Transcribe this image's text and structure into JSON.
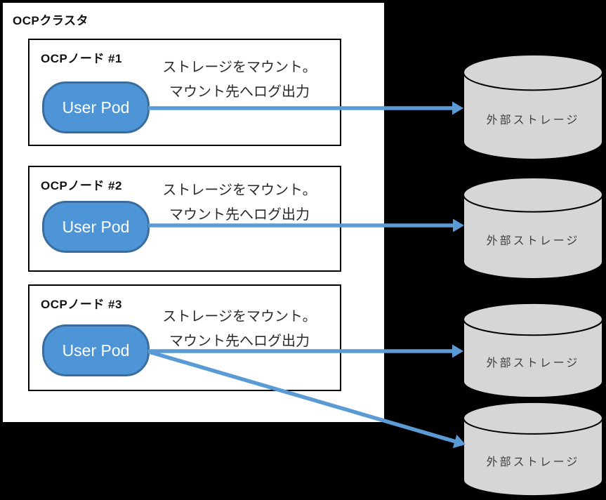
{
  "cluster": {
    "title": "OCPクラスタ",
    "nodes": [
      {
        "title": "OCPノード #1",
        "pod": "User Pod",
        "note1": "ストレージをマウント。",
        "note2": "マウント先へログ出力"
      },
      {
        "title": "OCPノード #2",
        "pod": "User Pod",
        "note1": "ストレージをマウント。",
        "note2": "マウント先へログ出力"
      },
      {
        "title": "OCPノード #3",
        "pod": "User Pod",
        "note1": "ストレージをマウント。",
        "note2": "マウント先へログ出力"
      }
    ]
  },
  "storages": [
    {
      "label": "外部ストレージ"
    },
    {
      "label": "外部ストレージ"
    },
    {
      "label": "外部ストレージ"
    },
    {
      "label": "外部ストレージ"
    }
  ],
  "colors": {
    "background": "#000000",
    "box_fill": "#FFFFFF",
    "box_border": "#000000",
    "pod_fill": "#4E95D8",
    "pod_border": "#3A6D9E",
    "pod_text": "#FFFFFF",
    "arrow": "#5B9BD5",
    "storage_fill": "#D6D6D6",
    "storage_text": "#3F3F3F"
  }
}
